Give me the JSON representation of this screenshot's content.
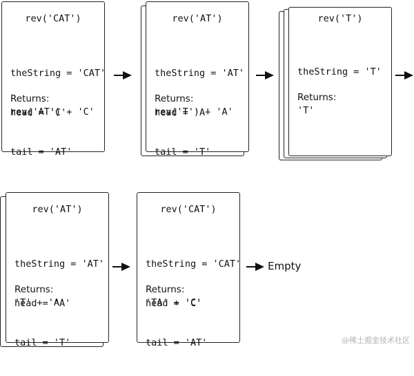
{
  "frames": [
    {
      "title": "rev('CAT')",
      "lines": [
        "theString = 'CAT'",
        "head = 'C'",
        "tail = 'AT'"
      ],
      "returns_label": "Returns:",
      "returns_expr": "rev('AT') + 'C'"
    },
    {
      "title": "rev('AT')",
      "lines": [
        "theString = 'AT'",
        "head = 'A'",
        "tail = 'T'"
      ],
      "returns_label": "Returns:",
      "returns_expr": "rev('T') + 'A'"
    },
    {
      "title": "rev('T')",
      "lines": [
        "theString = 'T'",
        "",
        ""
      ],
      "returns_label": "Returns:",
      "returns_expr": "'T'"
    },
    {
      "title": "rev('AT')",
      "lines": [
        "theString = 'AT'",
        "head = 'A'",
        "tail = 'T'"
      ],
      "returns_label": "Returns:",
      "returns_expr": "'T' + 'A'"
    },
    {
      "title": "rev('CAT')",
      "lines": [
        "theString = 'CAT'",
        "head = 'C'",
        "tail = 'AT'"
      ],
      "returns_label": "Returns:",
      "returns_expr": "'TA' + 'C'"
    }
  ],
  "empty_label": "Empty",
  "watermark": "@稀土掘金技术社区"
}
